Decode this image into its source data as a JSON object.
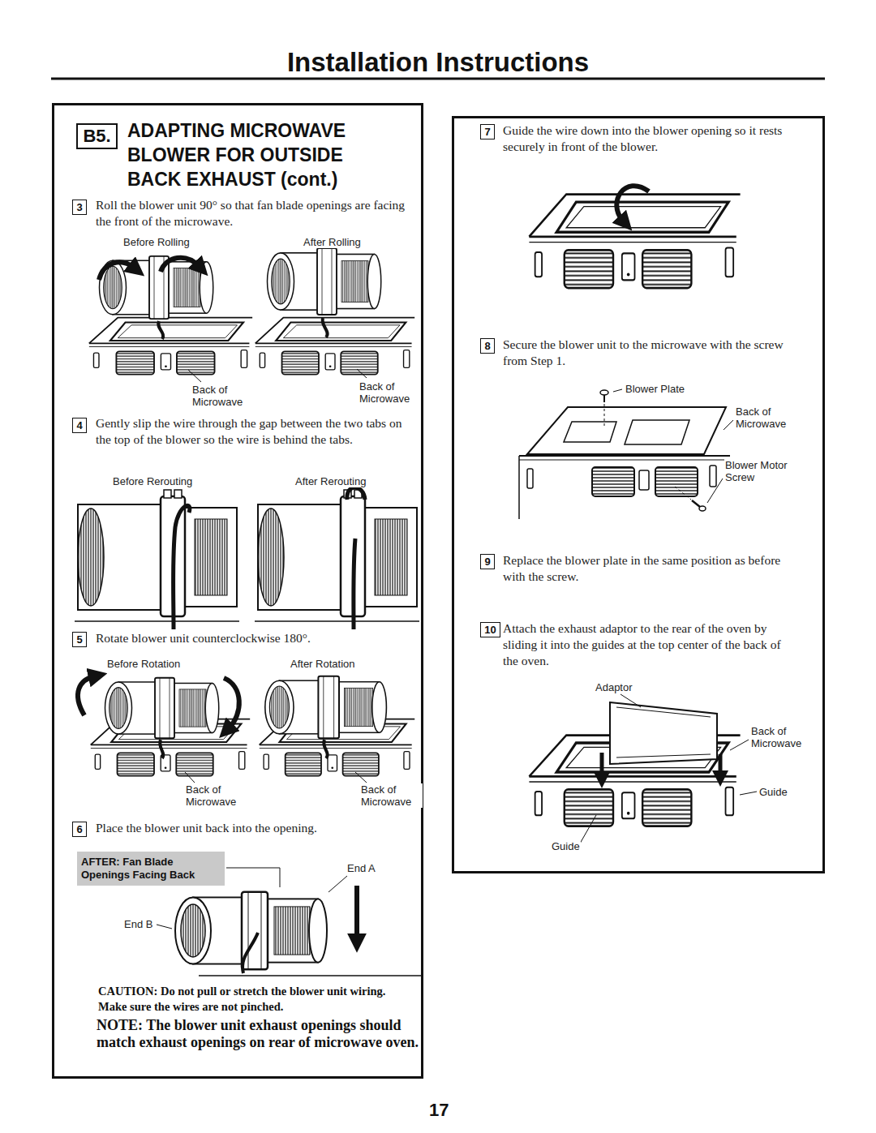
{
  "diagram": {
    "title": "Installation Instructions",
    "nodes": [
      {
        "text": [
          "ADAPTING MICROWAVE BLOWER FOR OUTSIDE BACK EXHAUST (cont.)",
          "Roll the blower unit 90° so that fan blade openings are facing the front of the microwave.",
          "Gently slip the wire through the gap between the two tabs on the top of the blower so the wire is behind the tabs.",
          "Rotate blower unit counterclockwise 180°.",
          "Place the blower unit back into the opening.",
          "CAUTION: Do not pull or stretch the blower unit wiring. Make sure the wires are not pinched.",
          "NOTE: The blower unit exhaust openings should match exhaust openings on rear of microwave oven."
        ]
      },
      {
        "text": [
          "B5."
        ],
        "in": 0
      },
      {
        "text": [
          "3"
        ],
        "in": 0
      },
      {
        "text": [
          "4"
        ],
        "in": 0
      },
      {
        "text": [
          "5"
        ],
        "in": 0
      },
      {
        "text": [
          "6"
        ],
        "in": 0
      },
      {
        "text": [
          "AFTER: Fan Blade Openings Facing Back"
        ],
        "in": 0
      },
      {
        "text": [
          "Guide the wire down into the blower opening so it rests securely in front of the blower.",
          "Secure the blower unit to the microwave with the screw from Step 1.",
          "Replace the blower plate in the same position as before with the screw.",
          "Attach the exhaust adaptor to the rear of the oven by sliding it into the guides at the top center of the back of the oven."
        ]
      },
      {
        "text": [
          "7"
        ],
        "in": 7
      },
      {
        "text": [
          "8"
        ],
        "in": 7
      },
      {
        "text": [
          "9"
        ],
        "in": 7
      },
      {
        "text": [
          "10"
        ],
        "in": 7
      }
    ],
    "labels": [
      "Before Rolling",
      "After Rolling",
      "Back of Microwave",
      "Back of Microwave",
      "Before Rerouting",
      "After Rerouting",
      "Before Rotation",
      "After Rotation",
      "Back of Microwave",
      "Back of Microwave",
      "End A",
      "End B",
      "Blower Plate",
      "Back of Microwave",
      "Blower Motor Screw",
      "Adaptor",
      "Back of Microwave",
      "Guide",
      "Guide",
      "17"
    ]
  }
}
